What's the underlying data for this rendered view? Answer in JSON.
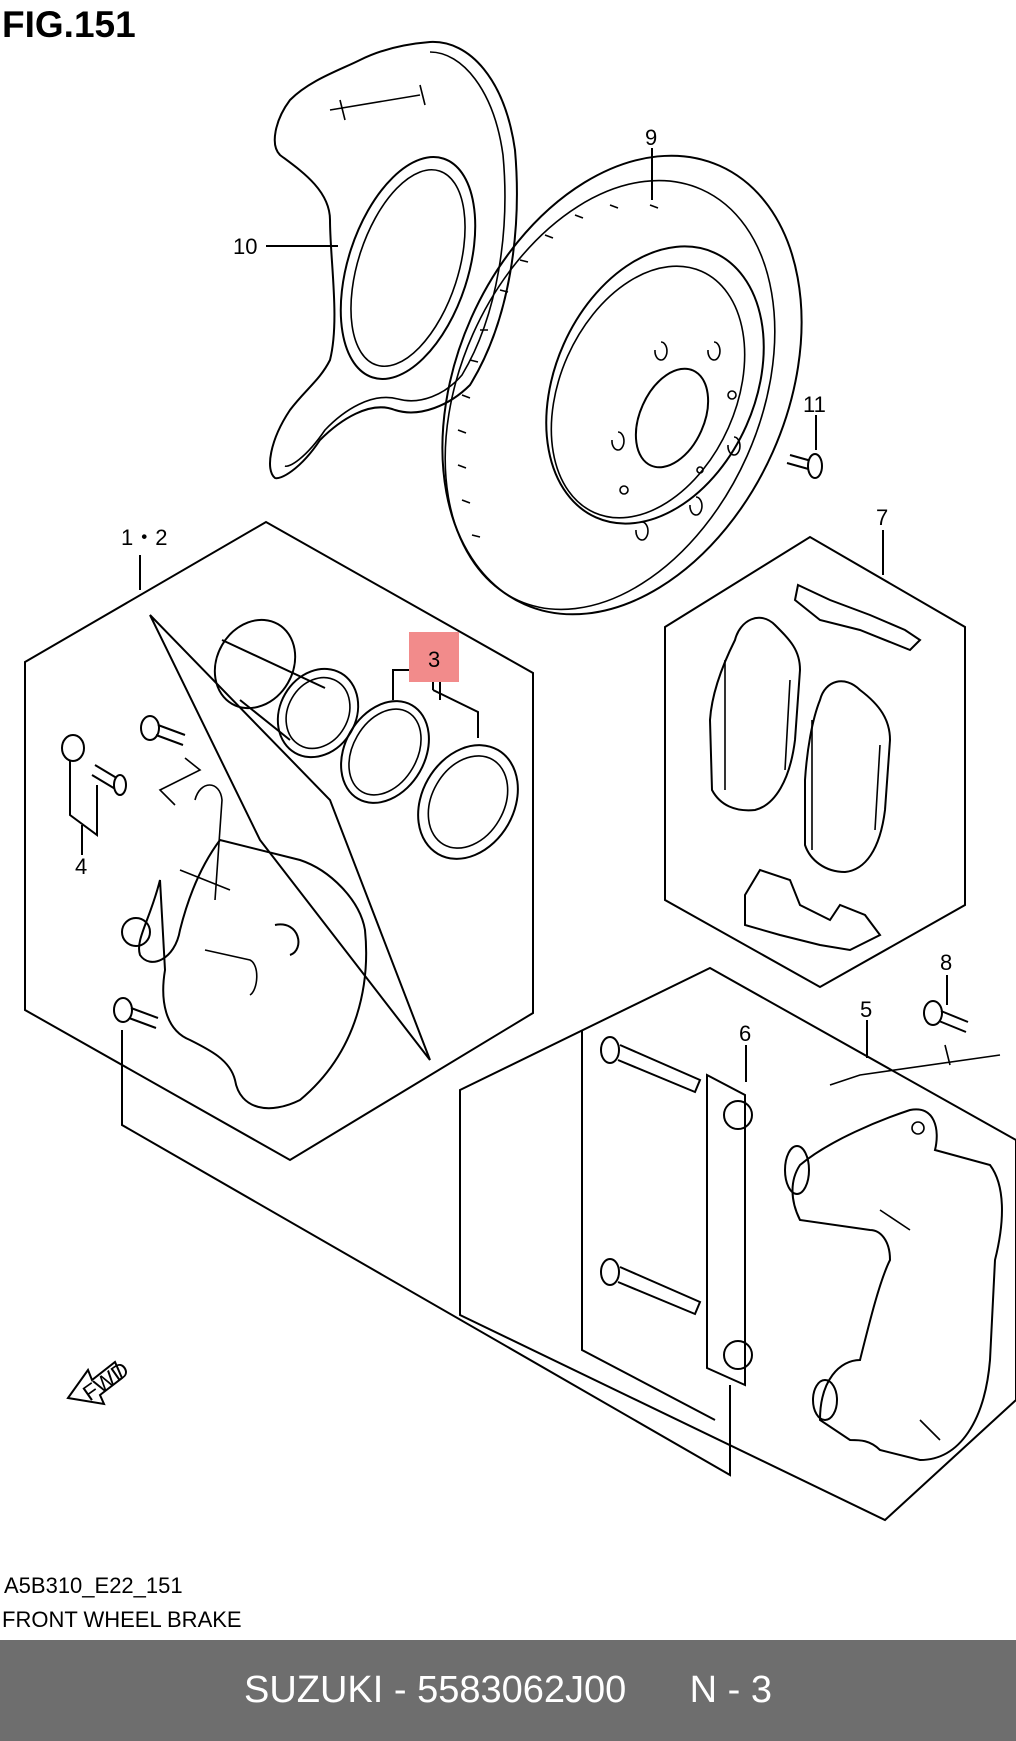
{
  "figure": {
    "title": "FIG.151"
  },
  "diagram_code": "A5B310_E22_151",
  "caption": "FRONT WHEEL BRAKE",
  "footer": {
    "brand_part": "SUZUKI - 5583062J00",
    "position": "N - 3"
  },
  "callouts": [
    {
      "id": "c1-2",
      "text": "1・2"
    },
    {
      "id": "c3",
      "text": "3",
      "highlighted": true
    },
    {
      "id": "c4",
      "text": "4"
    },
    {
      "id": "c5",
      "text": "5"
    },
    {
      "id": "c6",
      "text": "6"
    },
    {
      "id": "c7",
      "text": "7"
    },
    {
      "id": "c8",
      "text": "8"
    },
    {
      "id": "c9",
      "text": "9"
    },
    {
      "id": "c10",
      "text": "10"
    },
    {
      "id": "c11",
      "text": "11"
    }
  ],
  "fwd_arrow": {
    "text": "FWD",
    "icon": "fwd-arrow-icon"
  },
  "colors": {
    "highlight": "#f28b8b",
    "footer_bg": "#6e6e6e",
    "footer_text": "#ffffff"
  }
}
